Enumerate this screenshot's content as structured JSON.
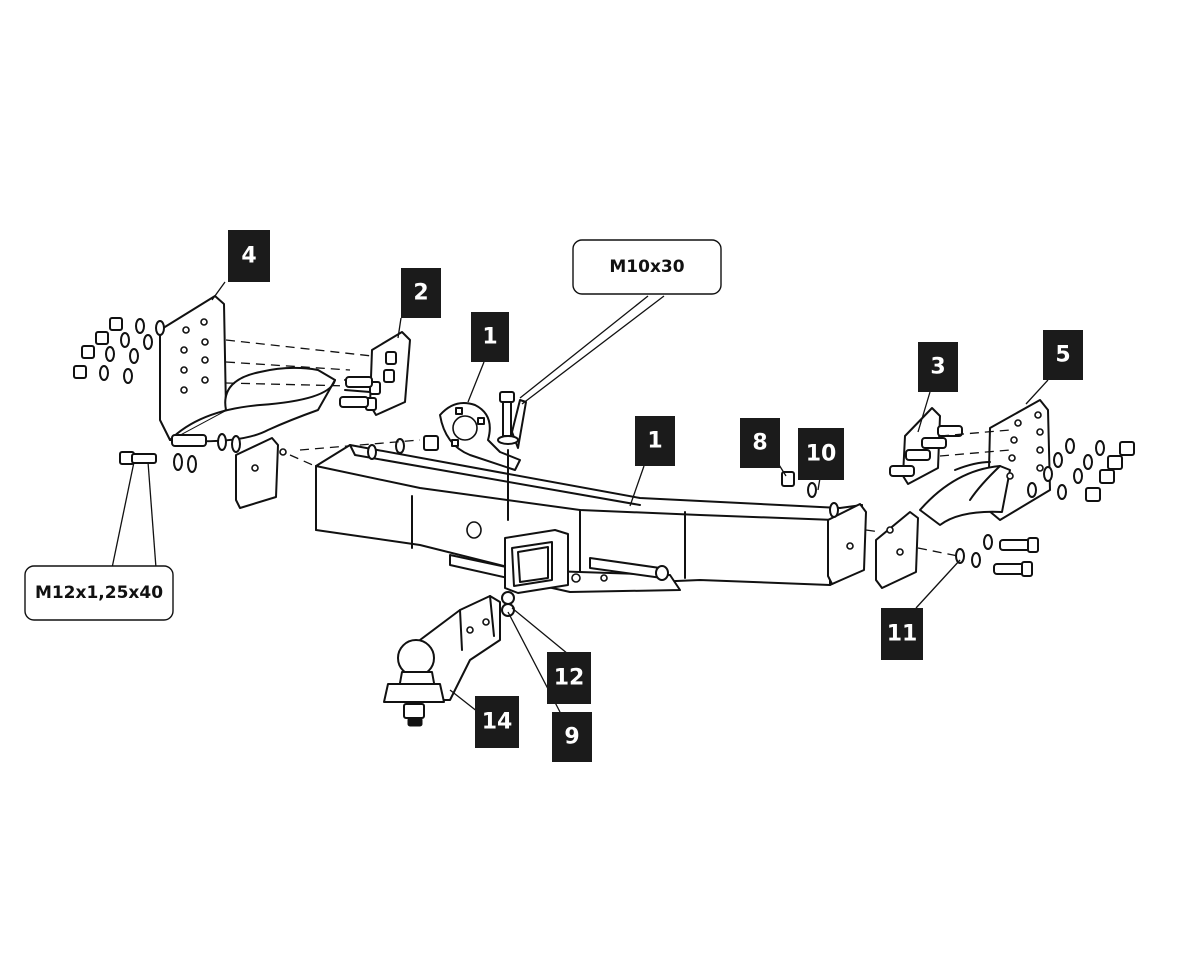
{
  "callouts": {
    "bolt_upper": "M10x30",
    "bolt_left": "M12x1,25x40"
  },
  "part_tags": [
    "1",
    "1",
    "2",
    "3",
    "4",
    "5",
    "8",
    "10",
    "11",
    "12",
    "9",
    "14"
  ],
  "colors": {
    "line": "#111111",
    "tag_bg": "#1b1b1b",
    "tag_text": "#ffffff",
    "background": "#ffffff"
  }
}
